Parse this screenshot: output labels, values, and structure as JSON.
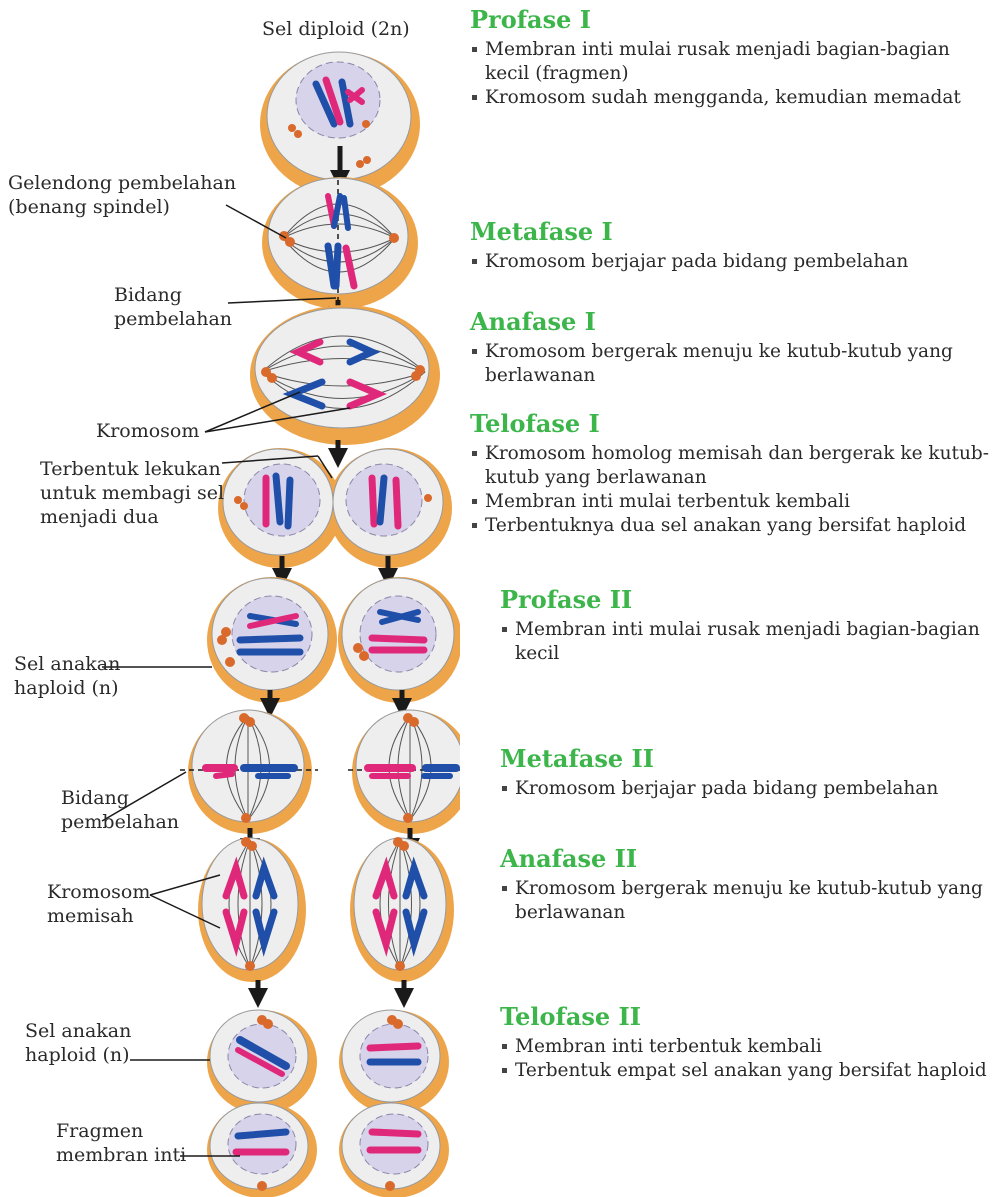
{
  "labels": {
    "diploid": "Sel diploid (2n)",
    "spindle": [
      "Gelendong pembelahan",
      "(benang spindel)"
    ],
    "plane1": [
      "Bidang",
      "pembelahan"
    ],
    "kromosom": "Kromosom",
    "lekukan": [
      "Terbentuk lekukan",
      "untuk membagi sel",
      "menjadi dua"
    ],
    "haploid1": [
      "Sel anakan",
      "haploid (n)"
    ],
    "plane2": [
      "Bidang",
      "pembelahan"
    ],
    "memisah": [
      "Kromosom",
      "memisah"
    ],
    "haploid2": [
      "Sel anakan",
      "haploid (n)"
    ],
    "fragmen": [
      "Fragmen",
      "membran inti"
    ]
  },
  "stages": [
    {
      "title": "Profase I",
      "items": [
        "Membran inti mulai rusak menjadi bagian-bagian kecil (fragmen)",
        "Kromosom  sudah mengganda, kemudian memadat"
      ]
    },
    {
      "title": "Metafase I",
      "items": [
        "Kromosom berjajar pada bidang pembelahan"
      ]
    },
    {
      "title": "Anafase I",
      "items": [
        "Kromosom bergerak menuju ke kutub-kutub yang berlawanan"
      ]
    },
    {
      "title": "Telofase I",
      "items": [
        "Kromosom homolog memisah dan bergerak ke kutub-kutub yang berlawanan",
        "Membran inti mulai terbentuk kembali",
        "Terbentuknya dua sel anakan yang bersifat haploid"
      ]
    },
    {
      "title": "Profase II",
      "items": [
        "Membran inti mulai rusak menjadi bagian-bagian kecil"
      ]
    },
    {
      "title": "Metafase II",
      "items": [
        "Kromosom berjajar pada bidang pembelahan"
      ]
    },
    {
      "title": "Anafase II",
      "items": [
        "Kromosom bergerak menuju ke kutub-kutub yang berlawanan"
      ]
    },
    {
      "title": "Telofase II",
      "items": [
        "Membran inti terbentuk kembali",
        "Terbentuk empat sel anakan yang bersifat haploid"
      ]
    }
  ],
  "colors": {
    "stage_title": "#3cb54a",
    "paternal": "#1f4fa8",
    "maternal": "#e0287a",
    "cell_rim": "#eea54a",
    "nucleus": "#d7d3ea"
  }
}
